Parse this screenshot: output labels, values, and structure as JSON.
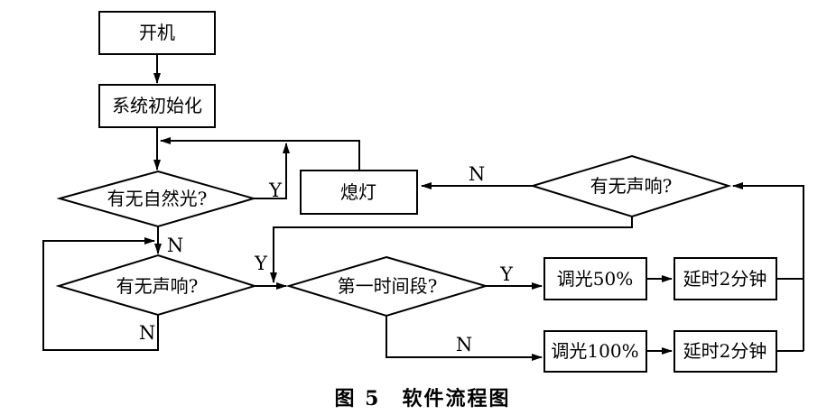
{
  "figure": {
    "caption": "图 5　软件流程图"
  },
  "colors": {
    "background": "#ffffff",
    "line": "#000000",
    "text": "#000000"
  },
  "nodes": {
    "power_on": "开机",
    "system_init": "系统初始化",
    "natural_light": "有无自然光?",
    "light_off": "熄灯",
    "sound_check_left": "有无声响?",
    "sound_check_right": "有无声响?",
    "first_period": "第一时间段?",
    "dim_50": "调光50%",
    "delay_1": "延时2分钟",
    "dim_100": "调光100%",
    "delay_2": "延时2分钟"
  },
  "branch_labels": {
    "natural_light_yes": "Y",
    "natural_light_no": "N",
    "sound_left_no": "N",
    "sound_right_no": "N",
    "merge_yes": "Y",
    "first_period_yes": "Y",
    "first_period_no": "N"
  }
}
